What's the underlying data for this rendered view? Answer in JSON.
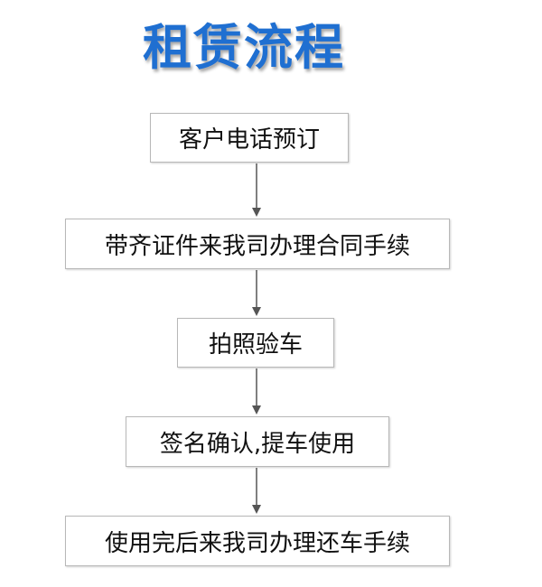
{
  "title": "租赁流程",
  "steps": [
    {
      "label": "客户电话预订"
    },
    {
      "label": "带齐证件来我司办理合同手续"
    },
    {
      "label": "拍照验车"
    },
    {
      "label": "签名确认,提车使用"
    },
    {
      "label": "使用完后来我司办理还车手续"
    }
  ],
  "colors": {
    "title": "#1f6fd1",
    "box_border": "#b8b8b8",
    "arrow": "#555555",
    "text": "#111111"
  }
}
